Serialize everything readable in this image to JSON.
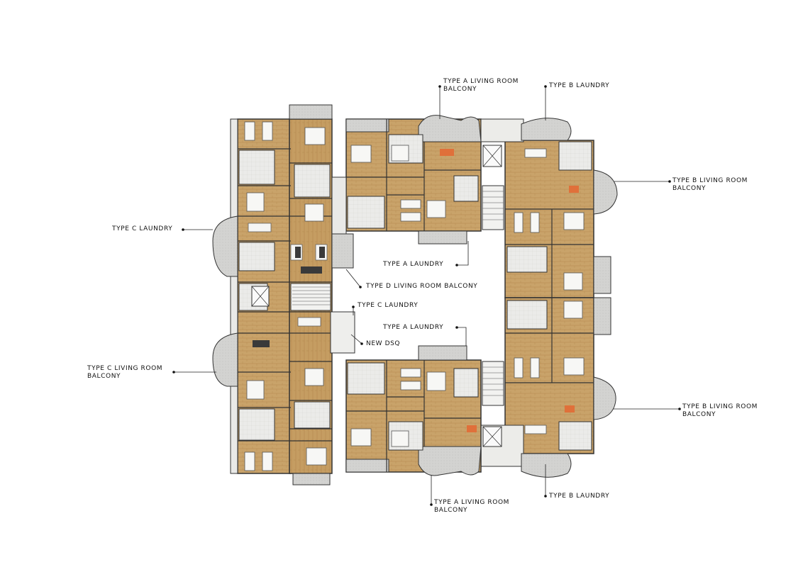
{
  "labels": {
    "type_a_living_top_1": "TYPE A LIVING ROOM",
    "type_a_living_top_2": "BALCONY",
    "type_b_laundry_top": "TYPE B LAUNDRY",
    "type_b_living_top_1": "TYPE B LIVING ROOM",
    "type_b_living_top_2": "BALCONY",
    "type_c_laundry_left": "TYPE C  LAUNDRY",
    "type_a_laundry_upper": "TYPE A LAUNDRY",
    "type_d_living": "TYPE D LIVING ROOM BALCONY",
    "type_c_laundry_center": "TYPE C  LAUNDRY",
    "type_a_laundry_lower": "TYPE A LAUNDRY",
    "new_dsq": "NEW DSQ",
    "type_c_living_1": "TYPE C  LIVING ROOM",
    "type_c_living_2": "BALCONY",
    "type_b_living_bottom_1": "TYPE B LIVING ROOM",
    "type_b_living_bottom_2": "BALCONY",
    "type_b_laundry_bottom": "TYPE B LAUNDRY",
    "type_a_living_bottom_1": "TYPE A  LIVING ROOM",
    "type_a_living_bottom_2": "BALCONY"
  },
  "colors": {
    "wood_floor": "#c9a36a",
    "wood_floor_dark": "#b88d52",
    "tile_floor": "#e8e8e6",
    "balcony_grey": "#cfcfcd",
    "wall": "#333333",
    "bed_white": "#f7f7f5",
    "furniture_dark": "#3a3a3a",
    "bath_tile": "#d9dde0"
  }
}
